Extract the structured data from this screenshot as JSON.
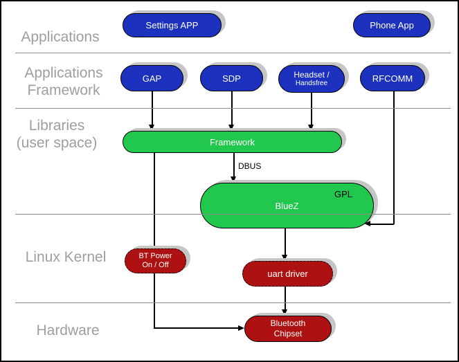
{
  "layer_labels": {
    "applications": "Applications",
    "app_framework_1": "Applications",
    "app_framework_2": "Framework",
    "libraries_1": "Libraries",
    "libraries_2": "(user space)",
    "kernel": "Linux Kernel",
    "hardware": "Hardware"
  },
  "nodes": {
    "settings_app": "Settings APP",
    "phone_app": "Phone App",
    "gap": "GAP",
    "sdp": "SDP",
    "headset_1": "Headset /",
    "headset_2": "Handsfree",
    "rfcomm": "RFCOMM",
    "framework": "Framework",
    "bluez": "BlueZ",
    "gpl_badge": "GPL",
    "bt_power_1": "BT Power",
    "bt_power_2": "On / Off",
    "uart_driver": "uart driver",
    "chipset_1": "Bluetooth",
    "chipset_2": "Chipset"
  },
  "edges": {
    "dbus_label": "DBUS"
  },
  "colors": {
    "app_pill_blue": "#1c31bd",
    "library_pill_green": "#22c74e",
    "kernel_pill_red": "#ae1111",
    "layer_label_gray": "#9e9e9e",
    "divider_gray": "#8c8c8c",
    "shadow_gray": "#c6c6c6",
    "line_black": "#000000"
  }
}
